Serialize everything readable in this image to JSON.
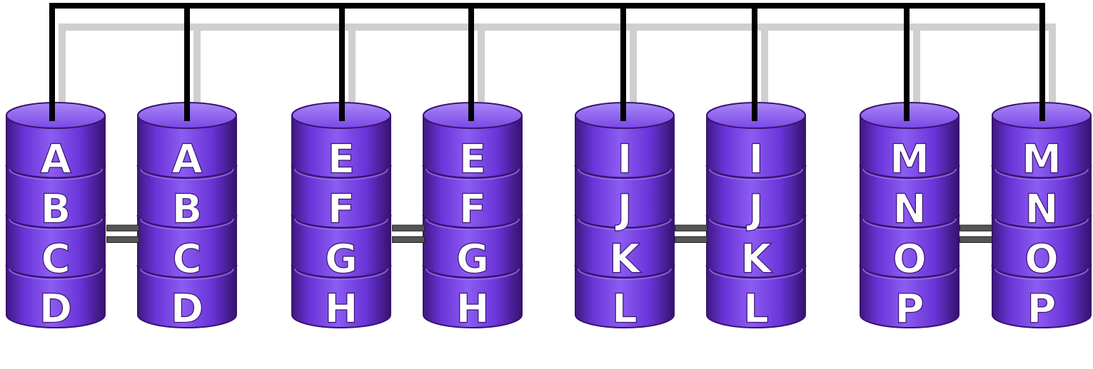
{
  "diagram": {
    "colors": {
      "disk_top": "#8a5cf0",
      "disk_body": "#6b2fd6",
      "disk_dark": "#3a1470",
      "disk_light": "#9f7bf5",
      "bus_line": "#000000",
      "bus_shadow": "#cfcfcf",
      "equals_sign": "#555555"
    },
    "pairs": [
      {
        "equals": "=",
        "disks": [
          {
            "blocks": [
              "A",
              "B",
              "C",
              "D"
            ]
          },
          {
            "blocks": [
              "A",
              "B",
              "C",
              "D"
            ]
          }
        ]
      },
      {
        "equals": "=",
        "disks": [
          {
            "blocks": [
              "E",
              "F",
              "G",
              "H"
            ]
          },
          {
            "blocks": [
              "E",
              "F",
              "G",
              "H"
            ]
          }
        ]
      },
      {
        "equals": "=",
        "disks": [
          {
            "blocks": [
              "I",
              "J",
              "K",
              "L"
            ]
          },
          {
            "blocks": [
              "I",
              "J",
              "K",
              "L"
            ]
          }
        ]
      },
      {
        "equals": "=",
        "disks": [
          {
            "blocks": [
              "M",
              "N",
              "O",
              "P"
            ]
          },
          {
            "blocks": [
              "M",
              "N",
              "O",
              "P"
            ]
          }
        ]
      }
    ]
  }
}
